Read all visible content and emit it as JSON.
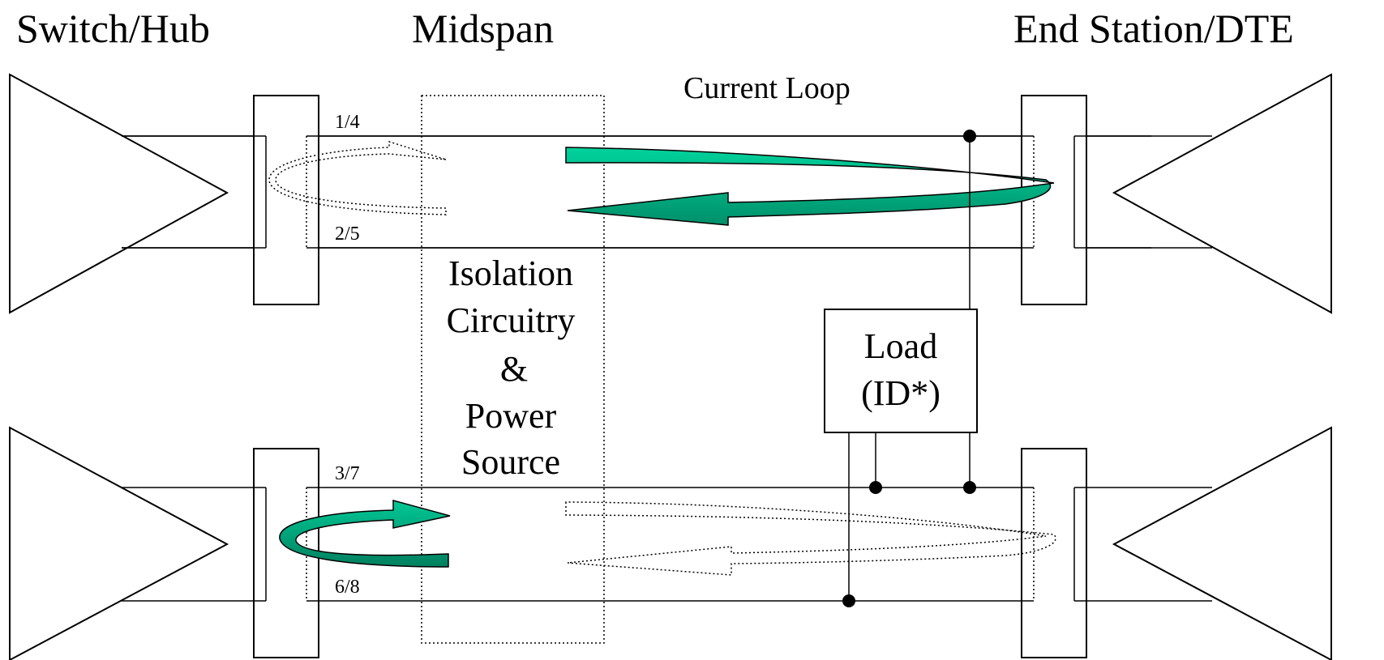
{
  "headings": {
    "switch_hub": "Switch/Hub",
    "midspan": "Midspan",
    "end_station": "End Station/DTE"
  },
  "current_loop": "Current Loop",
  "pairs": {
    "p14": "1/4",
    "p25": "2/5",
    "p37": "3/7",
    "p68": "6/8"
  },
  "midspan_box": {
    "line1": "Isolation",
    "line2": "Circuitry",
    "line3": "&",
    "line4": "Power",
    "line5": "Source"
  },
  "load_box": {
    "line1": "Load",
    "line2": "(ID*)"
  },
  "colors": {
    "loop_light": "#00c896",
    "loop_dark": "#008a66",
    "line": "#000000"
  }
}
